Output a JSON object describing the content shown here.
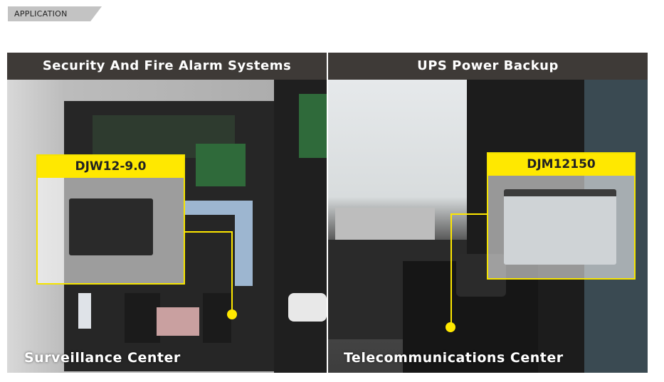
{
  "section_tag": "APPLICATION",
  "panels": [
    {
      "title": "Security And Fire Alarm Systems",
      "product": "DJW12-9.0",
      "caption": "Surveillance Center"
    },
    {
      "title": "UPS Power Backup",
      "product": "DJM12150",
      "caption": "Telecommunications Center"
    }
  ],
  "colors": {
    "accent": "#ffe800",
    "header": "#3e3a37"
  }
}
